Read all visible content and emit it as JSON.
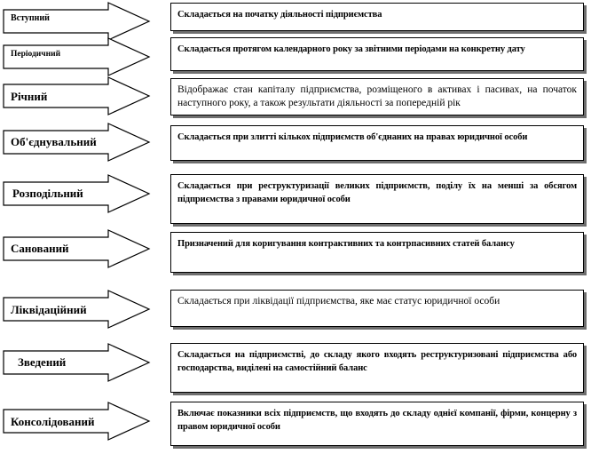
{
  "items": [
    {
      "label": "Вступний",
      "description": "Складається на початку діяльності підприємства"
    },
    {
      "label": "Періодичний",
      "description": "Складається протягом календарного року за звітними періодами на конкретну дату"
    },
    {
      "label": "Річний",
      "description": "Відображає стан капіталу підприємства, розміщеного в активах і пасивах, на початок наступного року, а також результати діяльності за попередній рік"
    },
    {
      "label": "Об'єднувальний",
      "description": "Складається при злитті кількох підприємств об'єднаних на правах юридичної особи"
    },
    {
      "label": "Розподільний",
      "description": "Складається при реструктуризації великих підприємств, поділу їх на менші за обсягом підприємства з правами юридичної особи"
    },
    {
      "label": "Санований",
      "description": "Призначений для коригування контрактивних та контрпасивних статей балансу"
    },
    {
      "label": "Ліквідаційний",
      "description": "Складається при ліквідації підприємства, яке має статус юридичної особи"
    },
    {
      "label": "Зведений",
      "description": "Складається на підприємстві, до складу якого входять реструктуризовані підприємства або господарства, виділені на самостійний баланс"
    },
    {
      "label": "Консолідований",
      "description": "Включає показники всіх підприємств, що входять до складу однієї компанії, фірми, концерну з правом юридичної особи"
    }
  ]
}
